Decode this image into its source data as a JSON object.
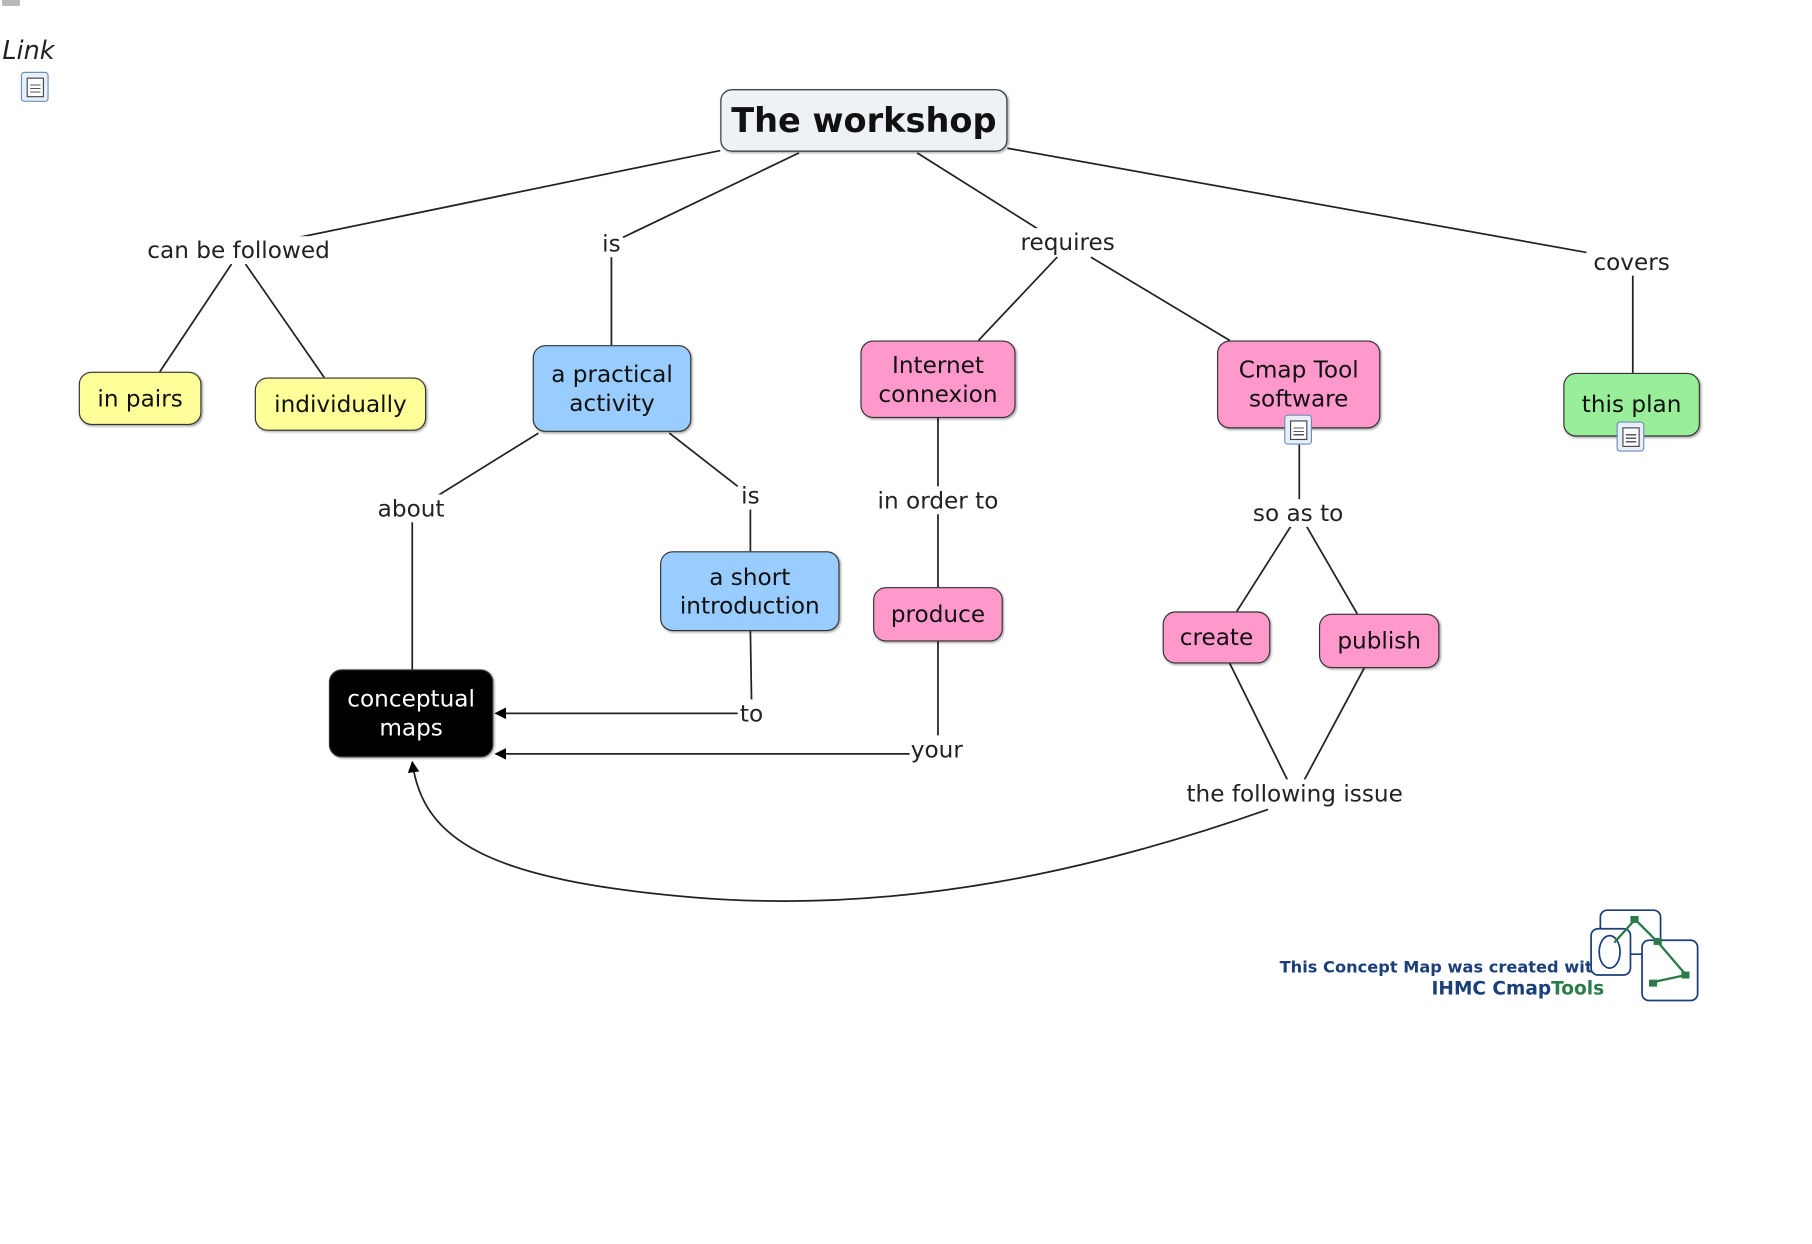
{
  "links": {
    "label": "Link"
  },
  "concepts": {
    "workshop": "The workshop",
    "in_pairs": "in pairs",
    "individually": "individually",
    "practical_activity": "a practical activity",
    "short_intro": "a short introduction",
    "conceptual_maps": "conceptual maps",
    "internet": "Internet connexion",
    "produce": "produce",
    "cmap_tool": "Cmap Tool software",
    "create": "create",
    "publish": "publish",
    "this_plan": "this plan"
  },
  "linking_phrases": {
    "can_be_followed": "can be followed",
    "is_1": "is",
    "requires": "requires",
    "covers": "covers",
    "about": "about",
    "is_2": "is",
    "in_order_to": "in order to",
    "so_as_to": "so as to",
    "to": "to",
    "your": "your",
    "following_issue": "the following issue"
  },
  "colors": {
    "root_fill": "#eef2f6",
    "yellow": "#ffff99",
    "blue": "#99ccff",
    "pink": "#ff99cc",
    "green": "#99ee99",
    "black": "#000000"
  },
  "credit": {
    "line1": "This Concept Map was created with",
    "line2_ihmc": "IHMC Cmap",
    "line2_tools": "Tools"
  }
}
